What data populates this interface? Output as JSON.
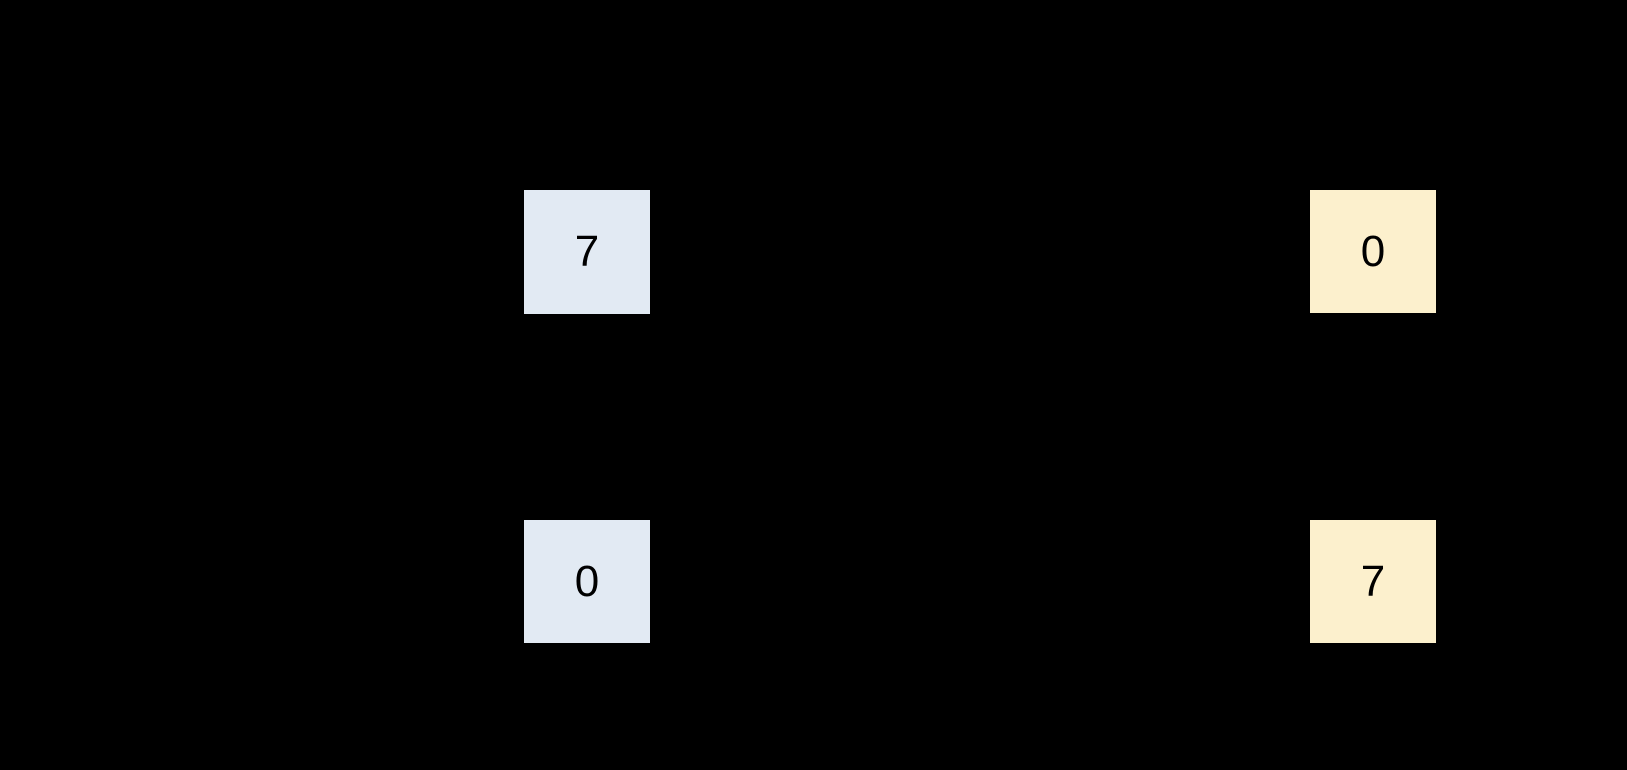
{
  "background_color": "#000000",
  "text_color": "#000000",
  "cells": {
    "top_left": {
      "value": "7",
      "fill": "#e2eaf3"
    },
    "top_right": {
      "value": "0",
      "fill": "#fcf0cd"
    },
    "bottom_left": {
      "value": "0",
      "fill": "#e2eaf3"
    },
    "bottom_right": {
      "value": "7",
      "fill": "#fcf0cd"
    }
  }
}
